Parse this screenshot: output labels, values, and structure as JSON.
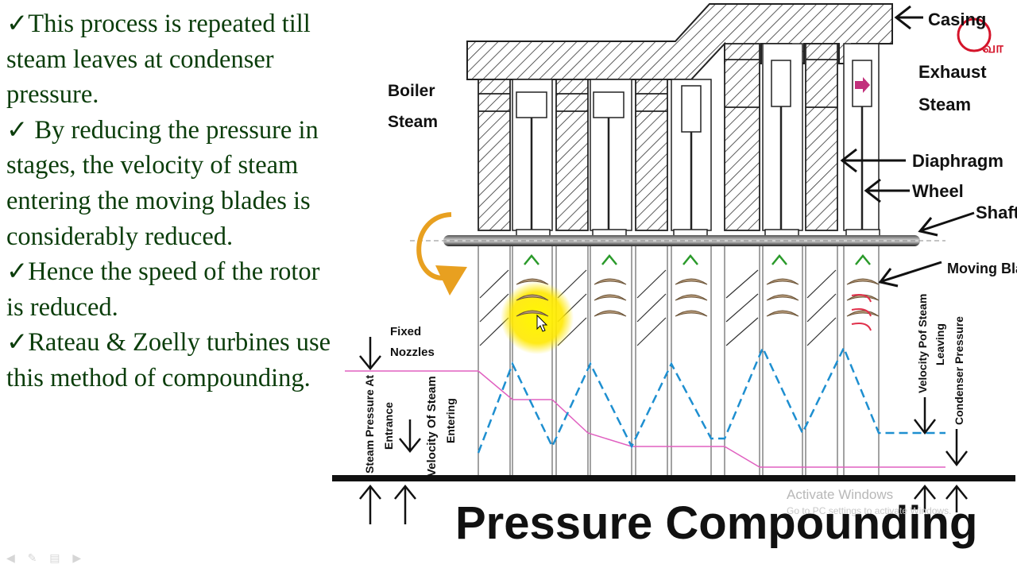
{
  "bullets": [
    "✓This process is repeated till steam leaves at condenser pressure.",
    "✓ By reducing the pressure in stages, the velocity of steam entering the moving blades is considerably reduced.",
    "✓Hence the speed of the rotor is reduced.",
    "✓Rateau & Zoelly turbines use this method of compounding."
  ],
  "diagram": {
    "title": "Pressure Compounding",
    "labels": {
      "casing": "Casing",
      "boiler_1": "Boiler",
      "boiler_2": "Steam",
      "exhaust_1": "Exhaust",
      "exhaust_2": "Steam",
      "diaphragm": "Diaphragm",
      "wheel": "Wheel",
      "shaft": "Shaft",
      "moving_blades": "Moving Blades",
      "fixed_1": "Fixed",
      "fixed_2": "Nozzles",
      "pressure_1": "Steam Pressure At",
      "pressure_2": "Entrance",
      "velocity_1": "Velocity Of Steam",
      "velocity_2": "Entering",
      "leaving_1": "Velocity Pof Steam",
      "leaving_2": "Leaving",
      "leaving_3": "Condenser Pressure"
    },
    "logo_text": "வா",
    "colors": {
      "velocity_line": "#1e8fd0",
      "pressure_line": "#e060c0",
      "blade": "#b89b7a",
      "arrow_orange": "#e8a020",
      "highlight": "#ffee00",
      "logo": "#d4142a"
    }
  },
  "watermark": {
    "line1": "Activate Windows",
    "line2": "Go to PC settings to activate Windows."
  }
}
